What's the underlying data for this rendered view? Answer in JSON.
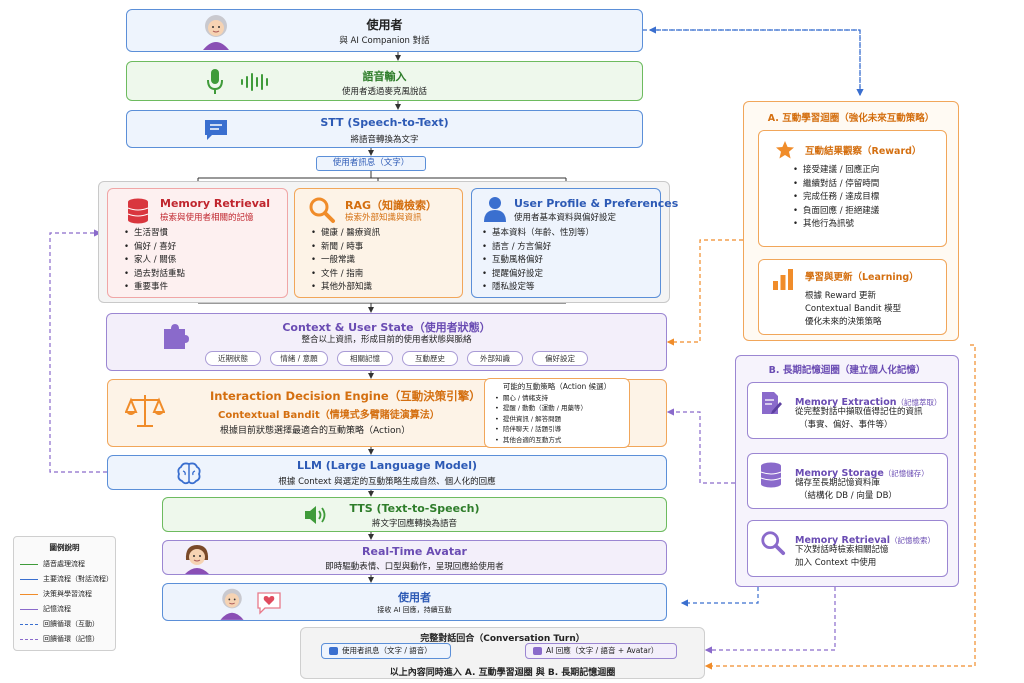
{
  "user_top": {
    "title": "使用者",
    "sub": "與 AI Companion 對話"
  },
  "voice_input": {
    "title": "語音輸入",
    "sub": "使用者透過麥克風說話"
  },
  "stt": {
    "title": "STT (Speech-to-Text)",
    "sub": "將語音轉換為文字"
  },
  "user_message_label": "使用者訊息（文字）",
  "memory_retrieval": {
    "title": "Memory Retrieval",
    "sub": "檢索與使用者相關的記憶",
    "items": [
      "生活習慣",
      "偏好 / 喜好",
      "家人 / 關係",
      "過去對話重點",
      "重要事件"
    ]
  },
  "rag": {
    "title": "RAG（知識檢索）",
    "sub": "檢索外部知識與資訊",
    "items": [
      "健康 / 醫療資訊",
      "新聞 / 時事",
      "一般常識",
      "文件 / 指南",
      "其他外部知識"
    ]
  },
  "profile": {
    "title": "User Profile & Preferences",
    "sub": "使用者基本資料與偏好設定",
    "items": [
      "基本資料（年齡、性別等）",
      "語言 / 方言偏好",
      "互動風格偏好",
      "提醒偏好設定",
      "隱私設定等"
    ]
  },
  "context": {
    "title": "Context & User State（使用者狀態）",
    "sub": "整合以上資訊，形成目前的使用者狀態與脈絡",
    "tags": [
      "近期狀態",
      "情緒 / 意願",
      "相關記憶",
      "互動歷史",
      "外部知識",
      "偏好設定"
    ]
  },
  "decision": {
    "title": "Interaction Decision Engine（互動決策引擎）",
    "sub1": "Contextual Bandit（情境式多臂賭徒演算法）",
    "sub2": "根據目前狀態選擇最適合的互動策略（Action）"
  },
  "actions": {
    "title": "可能的互動策略（Action 候選）",
    "items": [
      "關心 / 情緒支持",
      "提醒 / 動動（運動 / 用藥等）",
      "提供資訊 / 解答問題",
      "陪伴聊天 / 話題引導",
      "其他合適的互動方式"
    ]
  },
  "llm": {
    "title": "LLM (Large Language Model)",
    "sub": "根據 Context 與選定的互動策略生成自然、個人化的回應"
  },
  "tts": {
    "title": "TTS (Text-to-Speech)",
    "sub": "將文字回應轉換為語音"
  },
  "avatar": {
    "title": "Real-Time Avatar",
    "sub": "即時驅動表情、口型與動作，呈現回應給使用者"
  },
  "user_bottom": {
    "title": "使用者",
    "sub": "接收 AI 回應，持續互動"
  },
  "turn": {
    "title": "完整對話回合（Conversation Turn）",
    "left": "使用者訊息（文字 / 語音）",
    "right": "AI 回應（文字 / 語音 + Avatar）",
    "foot": "以上內容同時進入 A. 互動學習迴圈 與 B. 長期記憶迴圈"
  },
  "loop_a": {
    "title": "A. 互動學習迴圈（強化未來互動策略）",
    "reward": {
      "title": "互動結果觀察（Reward）",
      "items": [
        "接受建議 / 回應正向",
        "繼續對話 / 停留時間",
        "完成任務 / 達成目標",
        "負面回應 / 拒絕建議",
        "其他行為訊號"
      ]
    },
    "learning": {
      "title": "學習與更新（Learning）",
      "lines": [
        "根據 Reward 更新",
        "Contextual Bandit 模型",
        "優化未來的決策策略"
      ]
    }
  },
  "loop_b": {
    "title": "B. 長期記憶迴圈（建立個人化記憶）",
    "extraction": {
      "title": "Memory Extraction",
      "tag": "（記憶萃取）",
      "lines": [
        "從完整對話中擷取值得記住的資訊",
        "（事實、偏好、事件等）"
      ]
    },
    "storage": {
      "title": "Memory Storage",
      "tag": "（記憶儲存）",
      "lines": [
        "儲存至長期記憶資料庫",
        "（結構化 DB / 向量 DB）"
      ]
    },
    "retrieval": {
      "title": "Memory Retrieval",
      "tag": "（記憶檢索）",
      "lines": [
        "下次對話時檢索相關記憶",
        "加入 Context 中使用"
      ]
    }
  },
  "legend": {
    "title": "圖例說明",
    "items": [
      {
        "label": "語音處理流程",
        "color": "#3f9b3a",
        "dashed": false
      },
      {
        "label": "主要流程（對話流程）",
        "color": "#3a6fcf",
        "dashed": false
      },
      {
        "label": "決策與學習流程",
        "color": "#f08c2a",
        "dashed": false
      },
      {
        "label": "記憶流程",
        "color": "#8a6acb",
        "dashed": false
      },
      {
        "label": "回饋循環（互動）",
        "color": "#3a6fcf",
        "dashed": true
      },
      {
        "label": "回饋循環（記憶）",
        "color": "#8a6acb",
        "dashed": true
      }
    ]
  },
  "colors": {
    "blue": "#3a6fcf",
    "green": "#3f9b3a",
    "orange": "#f08c2a",
    "purple": "#8a6acb",
    "red": "#d9363e"
  }
}
